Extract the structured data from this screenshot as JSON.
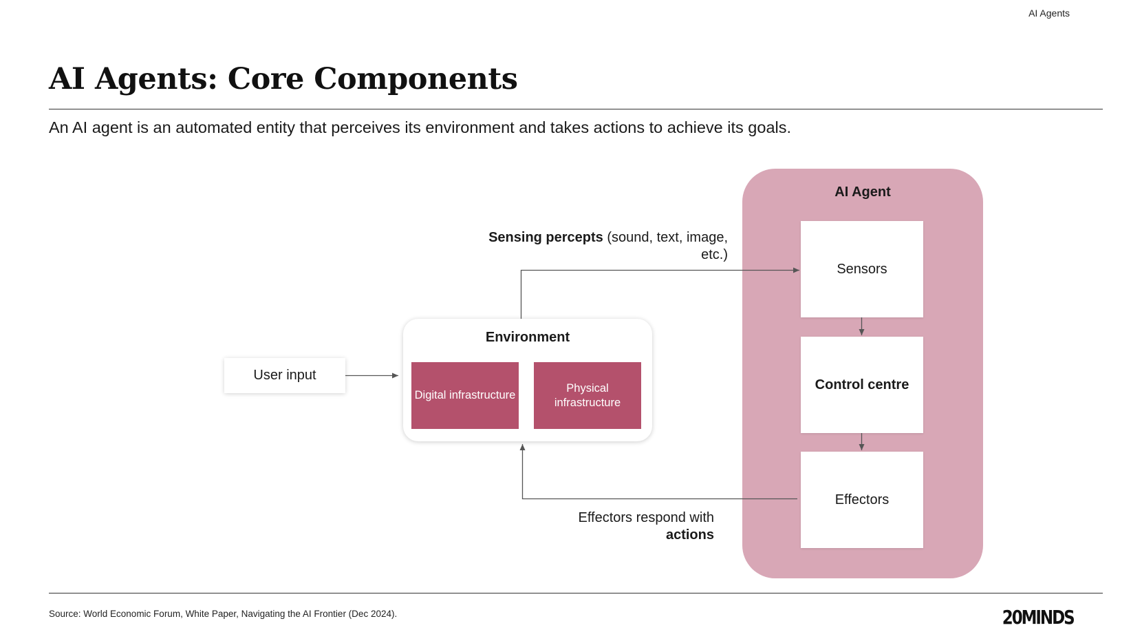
{
  "header": {
    "section_tag": "AI Agents",
    "title": "AI Agents: Core Components",
    "subtitle": "An AI agent is an automated entity that perceives its environment and takes actions to achieve its goals."
  },
  "diagram": {
    "user_input": "User input",
    "environment": {
      "title": "Environment",
      "digital": "Digital infrastructure",
      "physical": "Physical infrastructure"
    },
    "agent": {
      "title": "AI Agent",
      "sensors": "Sensors",
      "control": "Control centre",
      "effectors": "Effectors"
    },
    "sensing_label": {
      "bold": "Sensing percepts",
      "rest": " (sound, text, image, etc.)"
    },
    "effector_label": {
      "prefix": "Effectors respond with ",
      "bold": "actions"
    }
  },
  "footer": {
    "source": "Source: World Economic Forum, White Paper, Navigating the AI Frontier (Dec 2024).",
    "brand": "20MINDS"
  },
  "colors": {
    "agent_panel": "#d8a7b6",
    "infrastructure_box": "#b4516c",
    "connector": "#555555"
  }
}
